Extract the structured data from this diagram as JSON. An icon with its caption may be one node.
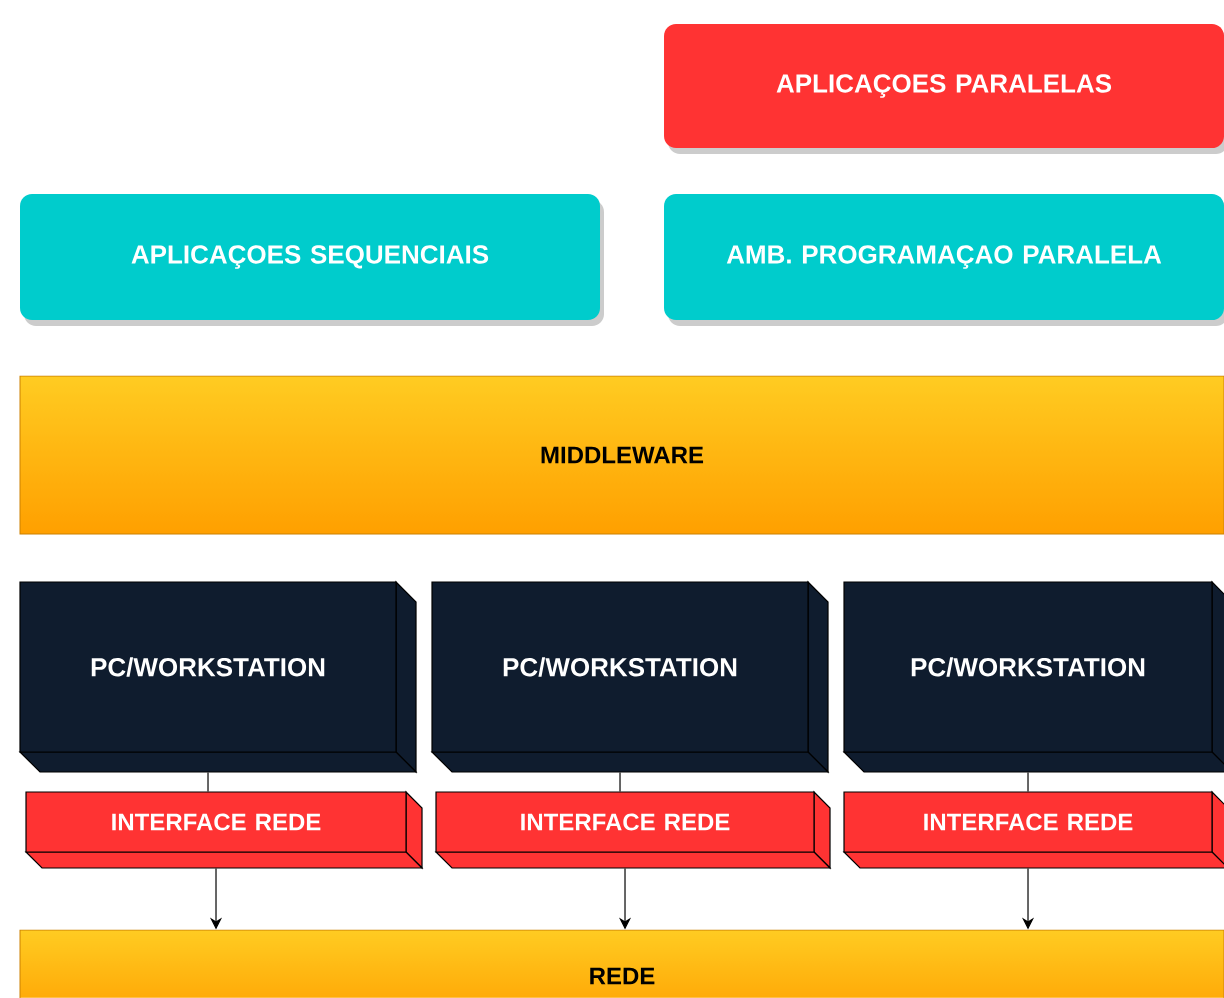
{
  "diagram": {
    "nodes": [
      {
        "text": [
          "APLICAÇOES PARALELAS"
        ]
      },
      {
        "text": [
          "APLICAÇOES SEQUENCIAIS"
        ]
      },
      {
        "text": [
          "AMB. PROGRAMAÇAO PARALELA"
        ]
      },
      {
        "text": [
          "MIDDLEWARE"
        ]
      },
      {
        "text": [
          "PC/WORKSTATION"
        ]
      },
      {
        "text": [
          "INTERFACE REDE"
        ]
      },
      {
        "text": [
          "PC/WORKSTATION"
        ]
      },
      {
        "text": [
          "INTERFACE REDE"
        ]
      },
      {
        "text": [
          "PC/WORKSTATION"
        ]
      },
      {
        "text": [
          "INTERFACE REDE"
        ]
      },
      {
        "text": [
          "REDE"
        ]
      }
    ],
    "edges": [
      {
        "from": 4,
        "to": 5,
        "arrow": "none"
      },
      {
        "from": 6,
        "to": 7,
        "arrow": "none"
      },
      {
        "from": 8,
        "to": 9,
        "arrow": "none"
      },
      {
        "from": 5,
        "to": 10,
        "arrow": "to"
      },
      {
        "from": 7,
        "to": 10,
        "arrow": "to"
      },
      {
        "from": 9,
        "to": 10,
        "arrow": "to"
      }
    ]
  }
}
